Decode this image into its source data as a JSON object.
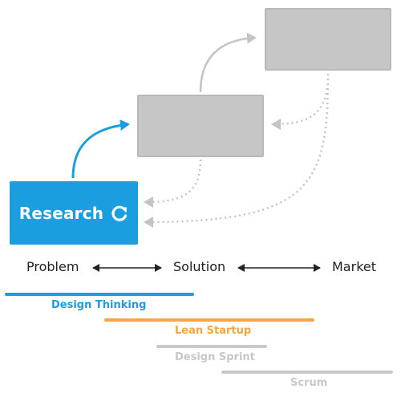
{
  "research_box": {
    "label": "Research",
    "icon": "refresh-icon",
    "color": "#1a9ee0"
  },
  "stages": [
    "Problem",
    "Solution",
    "Market"
  ],
  "methods": [
    {
      "name": "Design Thinking",
      "color": "#1a9ee0"
    },
    {
      "name": "Lean Startup",
      "color": "#f5a640"
    },
    {
      "name": "Design Sprint",
      "color": "#c8c8c8"
    },
    {
      "name": "Scrum",
      "color": "#c8c8c8"
    }
  ],
  "colors": {
    "gray_box": "#c6c6c6",
    "gray_arrow": "#bdbdbd",
    "stage_arrow": "#222222",
    "stage_text": "#222222"
  }
}
